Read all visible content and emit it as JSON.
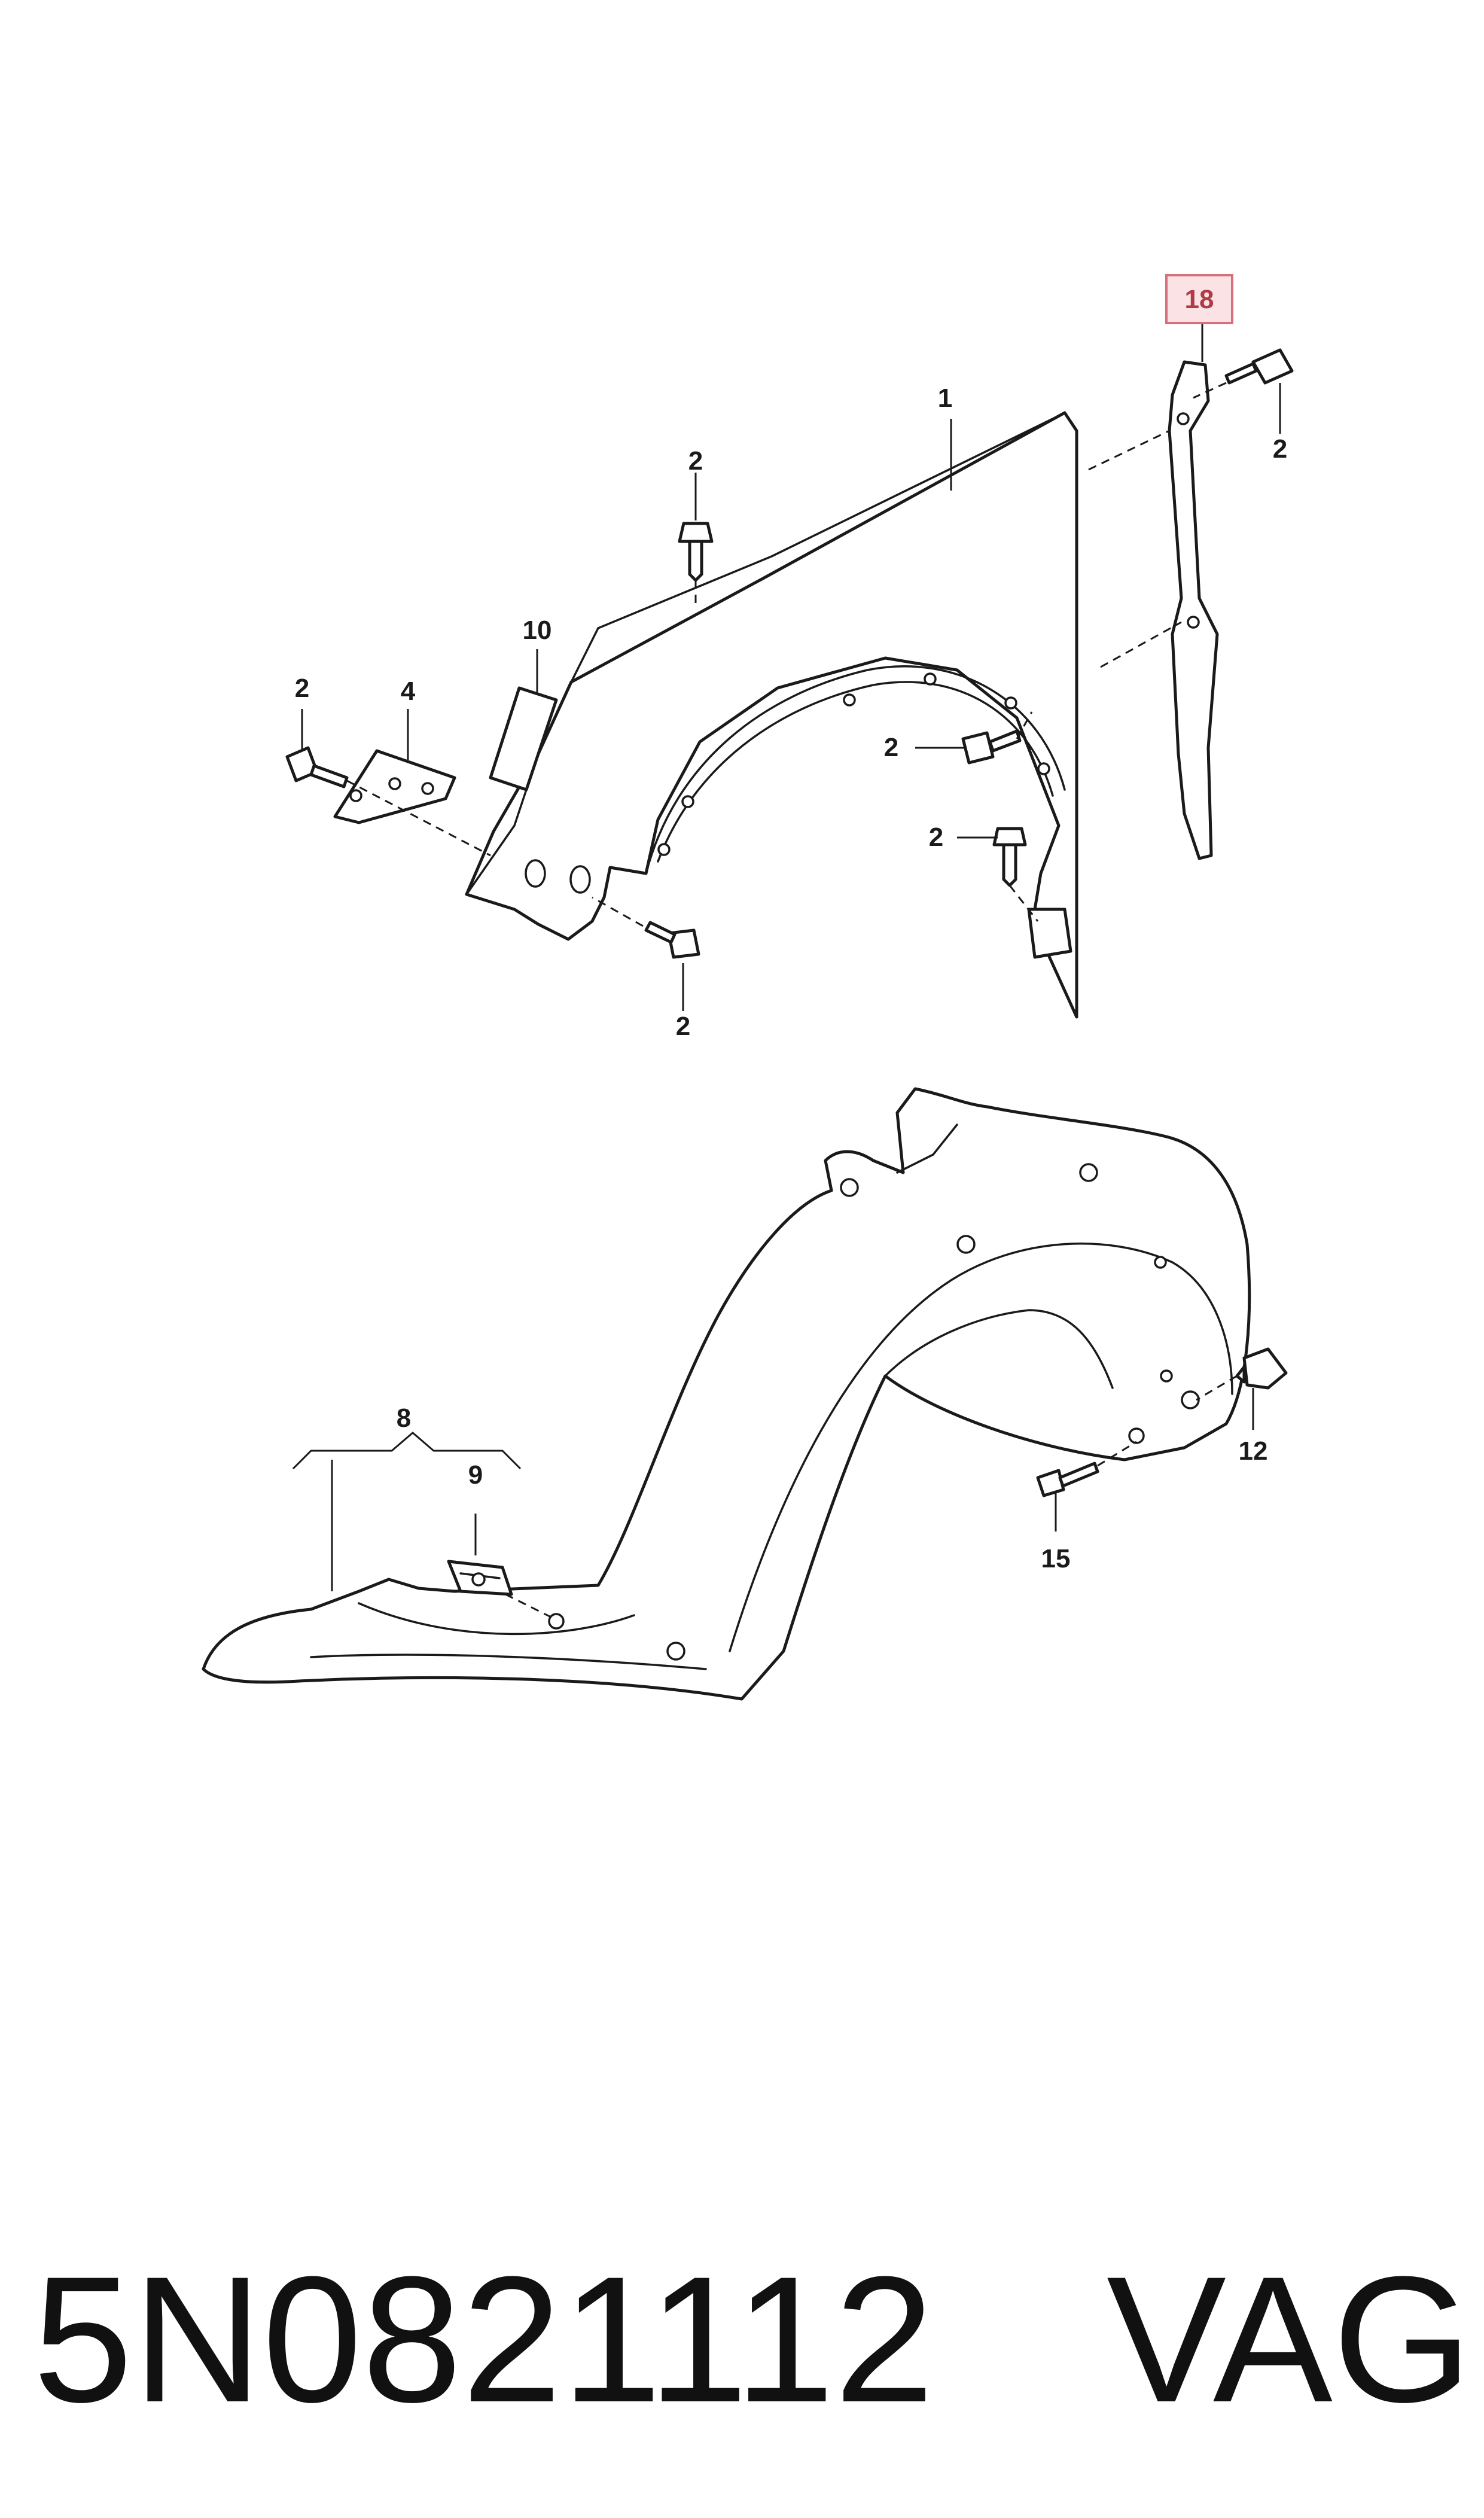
{
  "callouts": {
    "c1": "1",
    "c2a": "2",
    "c2b": "2",
    "c2c": "2",
    "c2d": "2",
    "c2e": "2",
    "c2f": "2",
    "c4": "4",
    "c8": "8",
    "c9": "9",
    "c10": "10",
    "c12": "12",
    "c15": "15",
    "c18": "18"
  },
  "highlight": {
    "callout": "18",
    "fill": "#fbe3e5",
    "border": "#d7707c",
    "text": "#b03a46"
  },
  "footer": {
    "part_number": "5N0821112",
    "brand": "VAG"
  }
}
